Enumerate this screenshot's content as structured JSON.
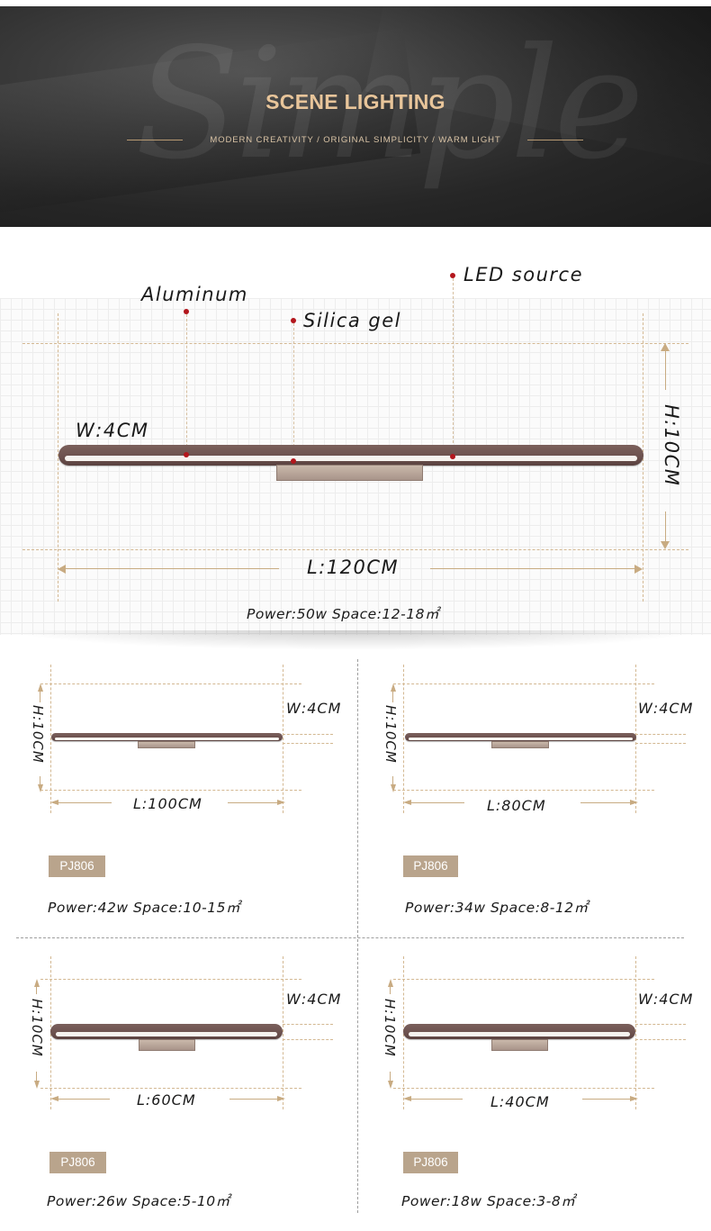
{
  "banner": {
    "title": "SCENE LIGHTING",
    "subtitle": "MODERN CREATIVITY / ORIGINAL SIMPLICITY / WARM LIGHT",
    "script_watermark": "Simple"
  },
  "main": {
    "labels": {
      "aluminum": "Aluminum",
      "silica": "Silica gel",
      "led": "LED source",
      "width": "W:4CM",
      "height": "H:10CM",
      "length": "L:120CM"
    },
    "power": "Power:50w Space:12-18㎡"
  },
  "variants": [
    {
      "width": "W:4CM",
      "height": "H:10CM",
      "length": "L:100CM",
      "model": "PJ806",
      "power": "Power:42w Space:10-15㎡"
    },
    {
      "width": "W:4CM",
      "height": "H:10CM",
      "length": "L:80CM",
      "model": "PJ806",
      "power": "Power:34w Space:8-12㎡"
    },
    {
      "width": "W:4CM",
      "height": "H:10CM",
      "length": "L:60CM",
      "model": "PJ806",
      "power": "Power:26w Space:5-10㎡"
    },
    {
      "width": "W:4CM",
      "height": "H:10CM",
      "length": "L:40CM",
      "model": "PJ806",
      "power": "Power:18w Space:3-8㎡"
    }
  ],
  "colors": {
    "accent_gold": "#e8c59a",
    "lamp_brown": "#6c514e",
    "dimension_line": "#c8ab82",
    "callout_dot": "#b3161c",
    "badge": "#b9a48c"
  }
}
